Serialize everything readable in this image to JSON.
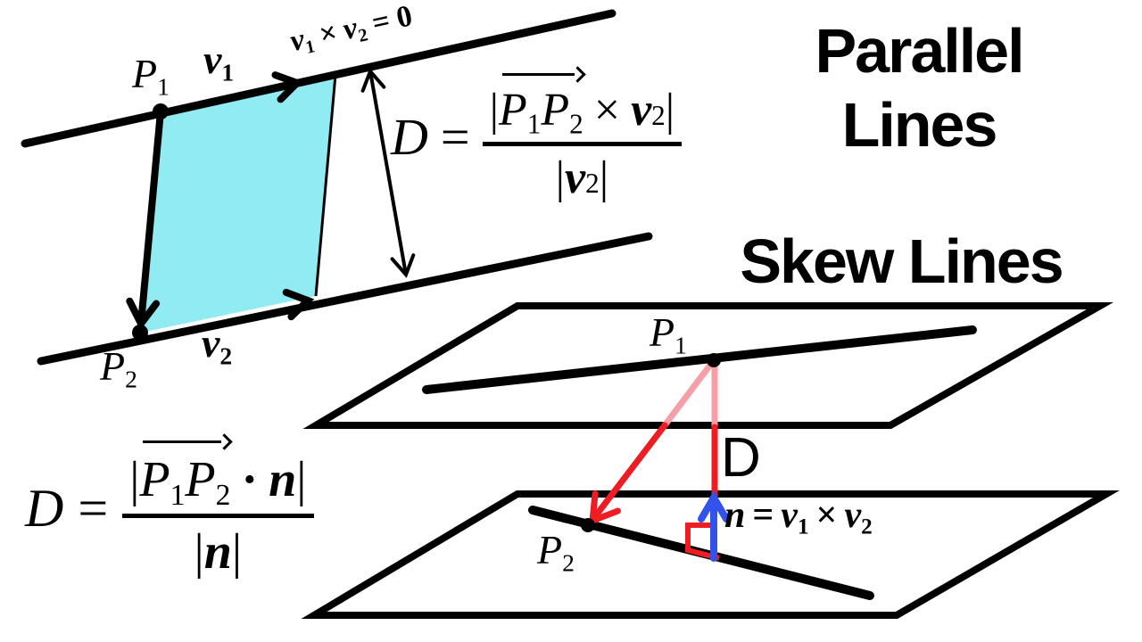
{
  "colors": {
    "cyan": "#90ebf2",
    "red": "#ee1c23",
    "pink": "#f5a0a6",
    "blue": "#3352ec"
  },
  "titles": {
    "parallel_1": "Parallel",
    "parallel_2": "Lines",
    "skew": "Skew Lines"
  },
  "parallel": {
    "p1": "P",
    "p1_sub": "1",
    "p2": "P",
    "p2_sub": "2",
    "v1": "v",
    "v1_sub": "1",
    "v2": "v",
    "v2_sub": "2",
    "cross_zero": {
      "v1": "v",
      "v1_sub": "1",
      "times": "×",
      "v2": "v",
      "v2_sub": "2",
      "eq_zero": "= 0"
    }
  },
  "formula_parallel": {
    "lhs": "D",
    "eq": "=",
    "num_open": "|",
    "num_p1": "P",
    "num_p1_sub": "1",
    "num_p2": "P",
    "num_p2_sub": "2",
    "num_op": "×",
    "num_v": "v",
    "num_v_sub": "2",
    "num_close": "|",
    "den_open": "|",
    "den_v": "v",
    "den_v_sub": "2",
    "den_close": "|"
  },
  "skew": {
    "p1": "P",
    "p1_sub": "1",
    "p2": "P",
    "p2_sub": "2",
    "d_label": "D",
    "normal": {
      "n": "n",
      "eq": "=",
      "v1": "v",
      "v1_sub": "1",
      "times": "×",
      "v2": "v",
      "v2_sub": "2"
    }
  },
  "formula_skew": {
    "lhs": "D",
    "eq": "=",
    "num_open": "|",
    "num_p1": "P",
    "num_p1_sub": "1",
    "num_p2": "P",
    "num_p2_sub": "2",
    "num_op": "·",
    "num_n": "n",
    "num_close": "|",
    "den_open": "|",
    "den_n": "n",
    "den_close": "|"
  }
}
